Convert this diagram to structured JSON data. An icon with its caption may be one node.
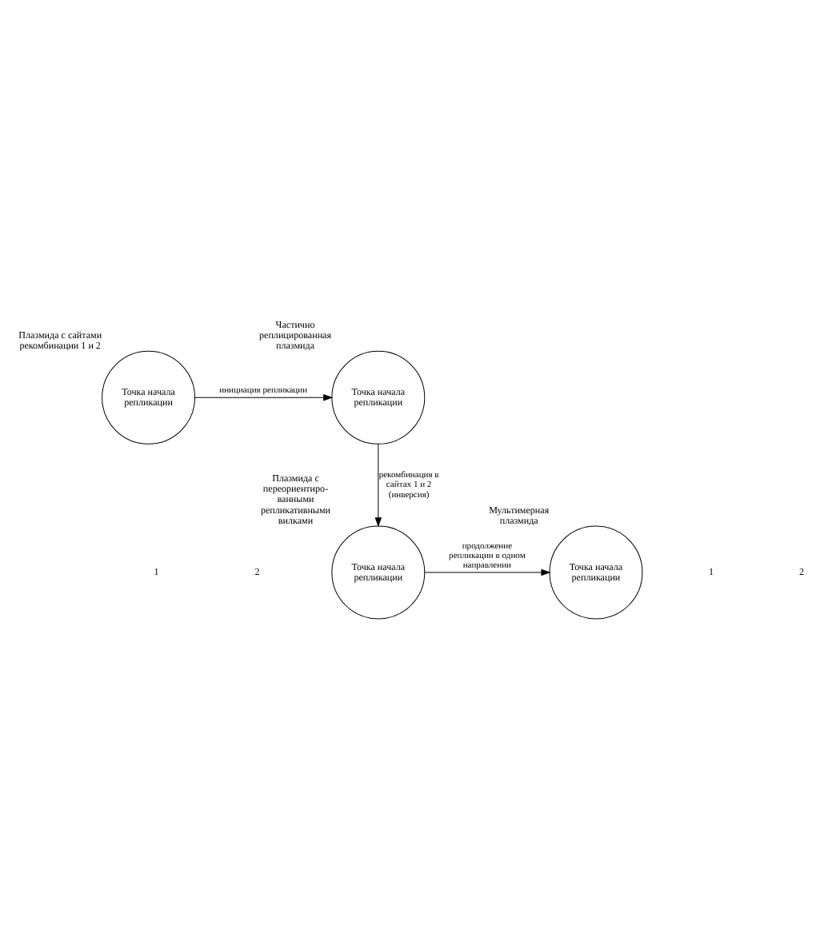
{
  "diagram": {
    "nodes": [
      {
        "text": [
          "Точка начала репликации"
        ],
        "beside": [
          "Плазмида с сайтами рекомбинации 1 и 2"
        ]
      },
      {
        "text": [
          "Точка начала репликации"
        ],
        "beside": [
          "Частично реплицированная плазмида"
        ]
      },
      {
        "text": [
          "Точка начала репликации"
        ],
        "beside": [
          "Плазмида с переориентиро- ванными репликативными вилками"
        ]
      },
      {
        "text": [
          "Точка начала репликации"
        ],
        "beside": [
          "Мультимерная плазмида"
        ]
      }
    ],
    "edges": [
      {
        "from": 0,
        "to": 1,
        "arrow": "to",
        "label": "инициация репликации"
      },
      {
        "from": 1,
        "to": 2,
        "arrow": "to",
        "label": "рекомбинация в сайтах 1 и 2 (инверсия)"
      },
      {
        "from": 2,
        "to": 3,
        "arrow": "to",
        "label": "продолжение репликации в одном направлении"
      }
    ],
    "labels": [
      "1",
      "2",
      "1",
      "2"
    ]
  }
}
